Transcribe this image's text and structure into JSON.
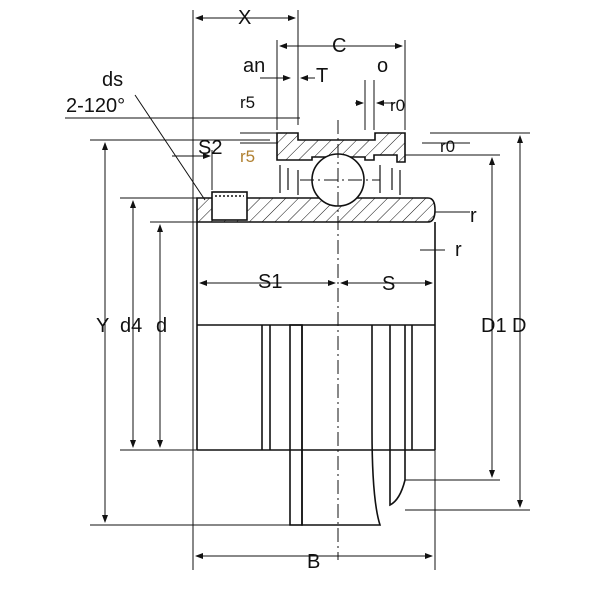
{
  "labels": {
    "X": "X",
    "C": "C",
    "an": "an",
    "T": "T",
    "o": "o",
    "ds": "ds",
    "angle": "2-120°",
    "r5_top": "r5",
    "r5_bottom": "r5",
    "r0_top": "r0",
    "r0_bottom": "r0",
    "S2": "S2",
    "r_top": "r",
    "r_bottom": "r",
    "Y": "Y",
    "d4": "d4",
    "d": "d",
    "S1": "S1",
    "S": "S",
    "D1": "D1",
    "D": "D",
    "B": "B"
  },
  "colors": {
    "line": "#111111",
    "accent_r5": "#b08030"
  }
}
